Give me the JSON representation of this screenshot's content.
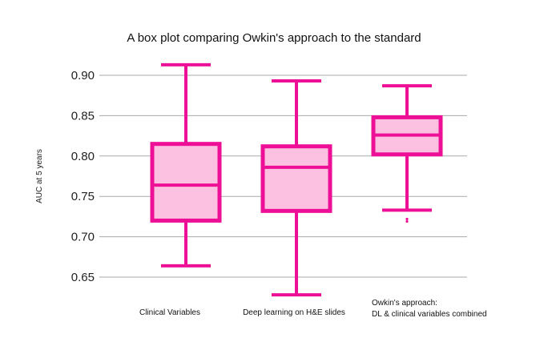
{
  "chart_data": {
    "type": "box",
    "title": "A box plot comparing Owkin's approach to the standard",
    "ylabel": "AUC at 5 years",
    "xlabel": "",
    "ylim": [
      0.625,
      0.925
    ],
    "yticks": [
      "0.65",
      "0.70",
      "0.75",
      "0.80",
      "0.85",
      "0.90"
    ],
    "grid": "horizontal",
    "colors": {
      "stroke": "#ee0f97",
      "fill": "#fcc0e1",
      "grid": "#aaaaaa",
      "text": "#111111"
    },
    "categories": [
      {
        "label_lines": [
          "Clinical Variables"
        ]
      },
      {
        "label_lines": [
          "Deep learning on H&E slides"
        ]
      },
      {
        "label_lines": [
          "Owkin's approach:",
          "DL & clinical variables combined"
        ]
      }
    ],
    "boxes": [
      {
        "whisker_low": 0.664,
        "q1": 0.72,
        "median": 0.764,
        "q3": 0.815,
        "whisker_high": 0.913,
        "outliers": []
      },
      {
        "whisker_low": 0.628,
        "q1": 0.732,
        "median": 0.786,
        "q3": 0.812,
        "whisker_high": 0.893,
        "outliers": []
      },
      {
        "whisker_low": 0.733,
        "q1": 0.802,
        "median": 0.826,
        "q3": 0.848,
        "whisker_high": 0.887,
        "outliers": [
          0.722,
          0.719
        ]
      }
    ]
  }
}
